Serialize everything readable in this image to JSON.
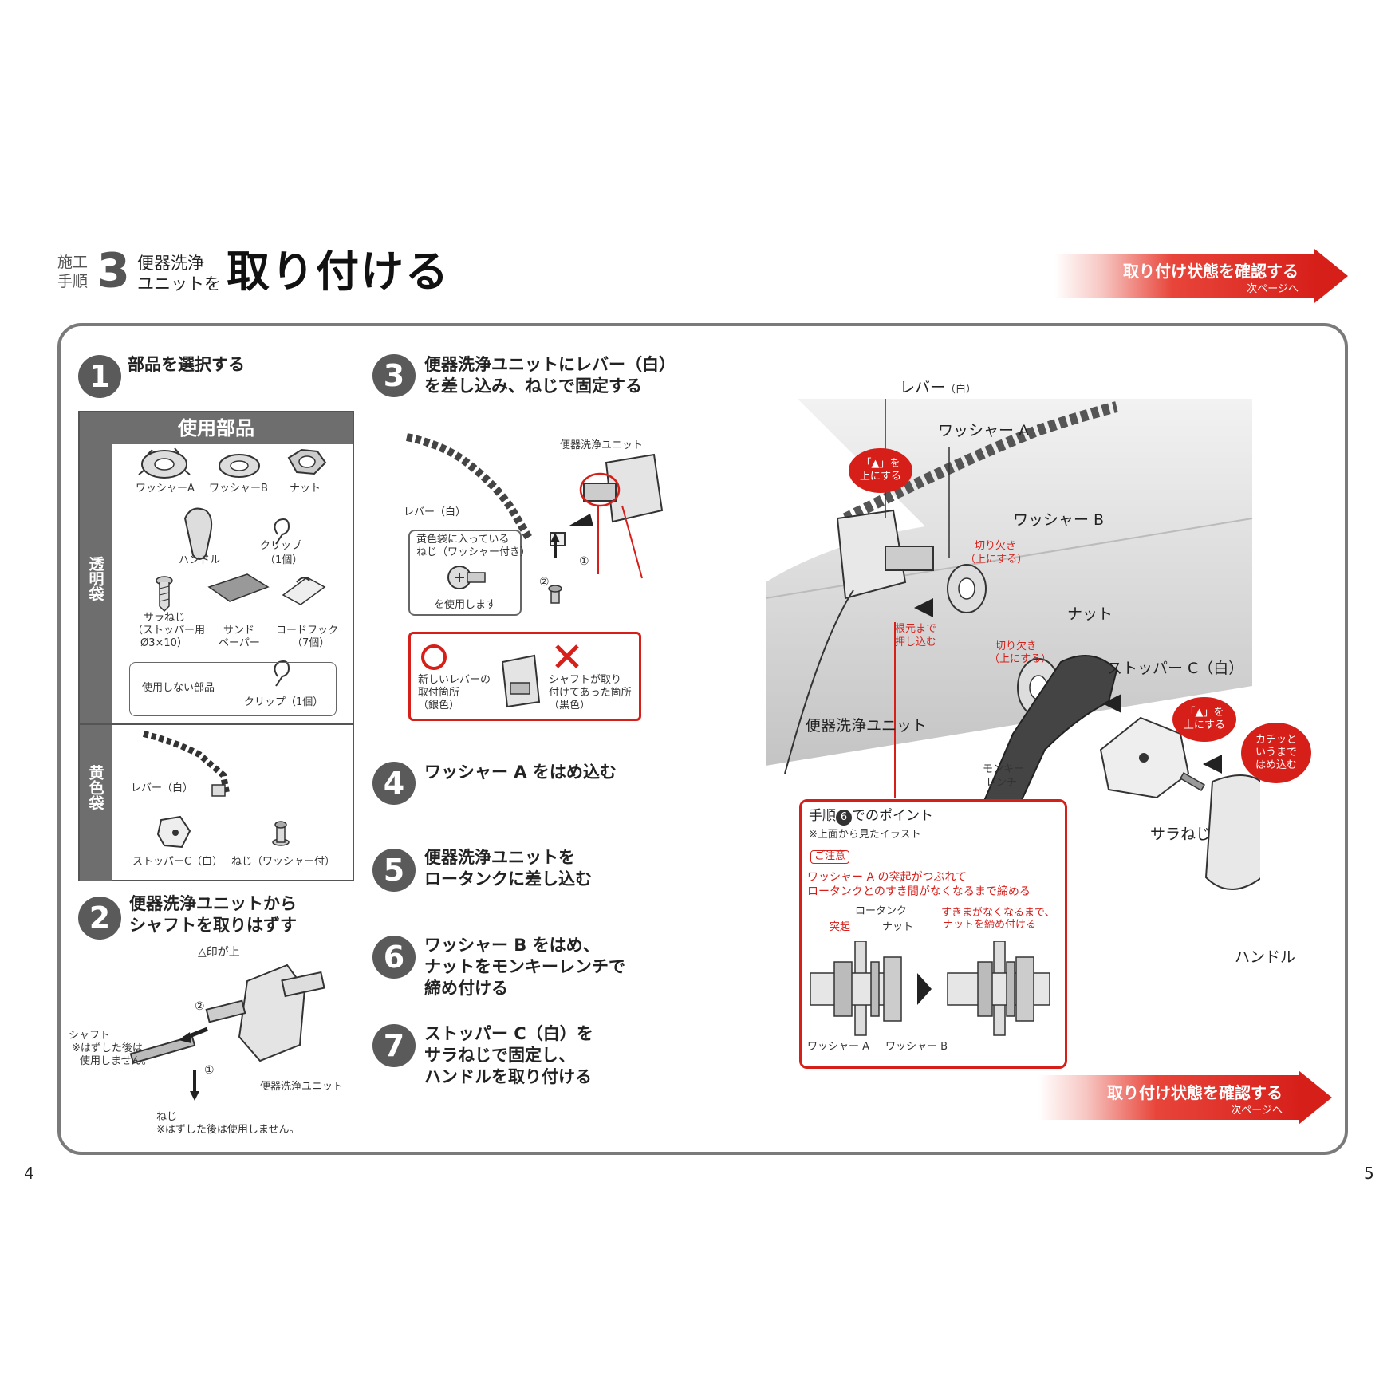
{
  "header": {
    "step_label_1": "施工",
    "step_label_2": "手順",
    "step_number": "3",
    "sub_1": "便器洗浄",
    "sub_2": "ユニットを",
    "title": "取り付ける"
  },
  "banner": {
    "main": "取り付け状態を確認する",
    "sub": "次ページへ"
  },
  "steps": [
    {
      "num": "1",
      "lines": [
        "部品を選択する"
      ]
    },
    {
      "num": "2",
      "lines": [
        "便器洗浄ユニットから",
        "シャフトを取りはずす"
      ]
    },
    {
      "num": "3",
      "lines": [
        "便器洗浄ユニットにレバー（白）",
        "を差し込み、ねじで固定する"
      ]
    },
    {
      "num": "4",
      "lines": [
        "ワッシャー A をはめ込む"
      ]
    },
    {
      "num": "5",
      "lines": [
        "便器洗浄ユニットを",
        "ロータンクに差し込む"
      ]
    },
    {
      "num": "6",
      "lines": [
        "ワッシャー B をはめ、",
        "ナットをモンキーレンチで",
        "締め付ける"
      ]
    },
    {
      "num": "7",
      "lines": [
        "ストッパー C（白）を",
        "サラねじで固定し、",
        "ハンドルを取り付ける"
      ]
    }
  ],
  "parts_table": {
    "title": "使用部品",
    "clear_bag": "透明袋",
    "yellow_bag": "黄色袋",
    "washer_a": "ワッシャーA",
    "washer_b": "ワッシャーB",
    "nut": "ナット",
    "handle": "ハンドル",
    "clip_1": "クリップ",
    "clip_2": "（1個）",
    "sara_1": "サラねじ",
    "sara_2": "（ストッパー用",
    "sara_3": "Ø3×10）",
    "sand_1": "サンド",
    "sand_2": "ペーパー",
    "hook_1": "コードフック",
    "hook_2": "（7個）",
    "unused_label": "使用しない部品",
    "unused_clip": "クリップ（1個）",
    "lever": "レバー（白）",
    "stopper": "ストッパーC（白）",
    "screw_washer": "ねじ（ワッシャー付）"
  },
  "step2_fig": {
    "mark_up": "△印が上",
    "circle_2": "②",
    "circle_1": "①",
    "shaft": "シャフト",
    "shaft_note_1": "※はずした後は",
    "shaft_note_2": "使用しません。",
    "unit": "便器洗浄ユニット",
    "screw": "ねじ",
    "screw_note": "※はずした後は使用しません。"
  },
  "step3_fig": {
    "unit": "便器洗浄ユニット",
    "lever": "レバー（白）",
    "box_1": "黄色袋に入っている",
    "box_2": "ねじ（ワッシャー付き）",
    "box_3": "を使用します",
    "circle_1": "①",
    "circle_2": "②",
    "ok_1": "新しいレバーの",
    "ok_2": "取付箇所",
    "ok_3": "（銀色）",
    "ng_1": "シャフトが取り",
    "ng_2": "付けてあった箇所",
    "ng_3": "（黒色）"
  },
  "main_fig": {
    "lever": "レバー",
    "lever_paren": "（白）",
    "washer_a": "ワッシャー A",
    "washer_b": "ワッシャー B",
    "nut": "ナット",
    "stopper": "ストッパー C（白）",
    "unit": "便器洗浄ユニット",
    "wrench_1": "モンキー",
    "wrench_2": "レンチ",
    "sara": "サラねじ",
    "handle": "ハンドル",
    "triangle_up_1": "「▲」を",
    "triangle_up_2": "上にする",
    "notch_1": "切り欠き",
    "notch_2": "（上にする）",
    "push_1": "根元まで",
    "push_2": "押し込む",
    "notch2_1": "切り欠き",
    "notch2_2": "（上にする）",
    "stopper_up_1": "「▲」を",
    "stopper_up_2": "上にする",
    "click_1": "カチッと",
    "click_2": "いうまで",
    "click_3": "はめ込む"
  },
  "point_box": {
    "title_pre": "手順",
    "title_num": "6",
    "title_post": "でのポイント",
    "note": "※上面から見たイラスト",
    "caution": "ご注意",
    "warn_1": "ワッシャー A の突起がつぶれて",
    "warn_2": "ロータンクとのすき間がなくなるまで締める",
    "tank": "ロータンク",
    "protrusion": "突起",
    "nut": "ナット",
    "tighten_1": "すきまがなくなるまで、",
    "tighten_2": "ナットを締め付ける",
    "washer_a": "ワッシャー A",
    "washer_b": "ワッシャー B"
  },
  "page_numbers": {
    "left": "4",
    "right": "5"
  }
}
